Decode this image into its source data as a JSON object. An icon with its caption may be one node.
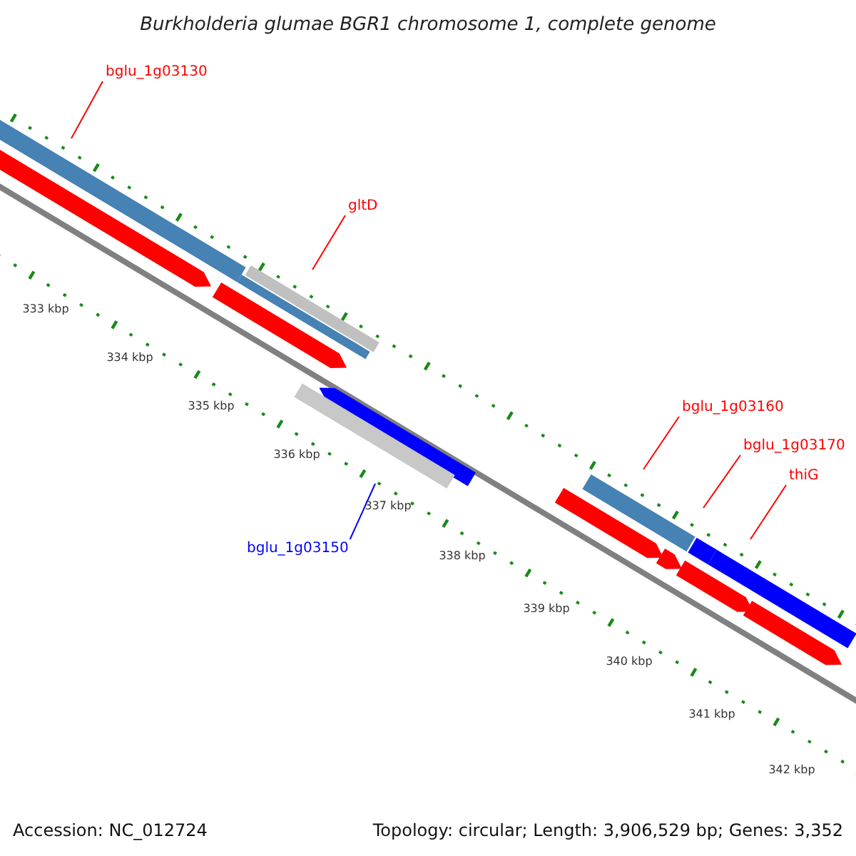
{
  "diagram": {
    "title": "Burkholderia glumae BGR1 chromosome 1, complete genome",
    "nodes": [
      {
        "text": [
          "bglu_1g03130"
        ]
      },
      {
        "text": [],
        "shape": "bar"
      },
      {
        "text": [],
        "shape": "arrow"
      },
      {
        "text": [
          "gltD"
        ]
      },
      {
        "text": [],
        "shape": "bar"
      },
      {
        "text": [],
        "shape": "arrow"
      },
      {
        "text": [],
        "shape": "arrow"
      },
      {
        "text": [
          "bglu_1g03150"
        ]
      },
      {
        "text": [],
        "shape": "bar"
      },
      {
        "text": [
          "bglu_1g03160"
        ]
      },
      {
        "text": [],
        "shape": "bar"
      },
      {
        "text": [],
        "shape": "arrow"
      },
      {
        "text": [
          "bglu_1g03170"
        ]
      },
      {
        "text": [],
        "shape": "bar"
      },
      {
        "text": [],
        "shape": "arrow"
      },
      {
        "text": [
          "thiG"
        ]
      },
      {
        "text": [],
        "shape": "bar"
      },
      {
        "text": [],
        "shape": "arrow"
      },
      {
        "text": [],
        "shape": "arrow"
      }
    ],
    "edges": [
      {
        "from": 0,
        "to": 1,
        "arrow": "none"
      },
      {
        "from": 3,
        "to": 4,
        "arrow": "none"
      },
      {
        "from": 7,
        "to": 8,
        "arrow": "none",
        "color": "#0000ff"
      },
      {
        "from": 9,
        "to": 10,
        "arrow": "none"
      },
      {
        "from": 12,
        "to": 13,
        "arrow": "none"
      },
      {
        "from": 15,
        "to": 16,
        "arrow": "none"
      }
    ],
    "labels": [
      "333 kbp",
      "334 kbp",
      "335 kbp",
      "336 kbp",
      "337 kbp",
      "338 kbp",
      "339 kbp",
      "340 kbp",
      "341 kbp",
      "342 kbp",
      "Accession: NC_012724",
      "Topology: circular; Length: 3,906,529 bp; Genes: 3,352"
    ]
  }
}
